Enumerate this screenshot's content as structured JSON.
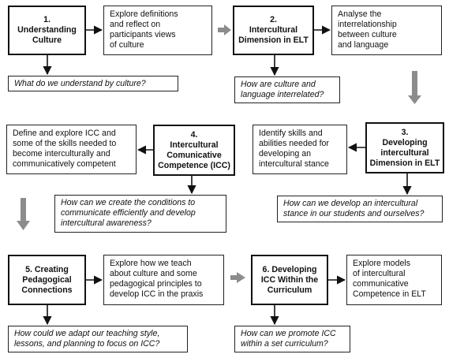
{
  "colors": {
    "stroke": "#222222",
    "arrow": "#111111",
    "big_arrow": "#8c8c8c"
  },
  "steps": [
    {
      "label": "1.\nUnderstanding\nCulture"
    },
    {
      "label": "2.\nIntercultural\nDimension in ELT"
    },
    {
      "label": "3.\nDeveloping\nintercultural\nDimension in ELT"
    },
    {
      "label": "4.\nIntercultural\nComunicative\nCompetence (ICC)"
    },
    {
      "label": "5. Creating\nPedagogical\nConnections"
    },
    {
      "label": "6. Developing\nICC Within the\nCurriculum"
    }
  ],
  "descriptions": [
    {
      "text": "Explore definitions\nand reflect on\nparticipants views\nof culture"
    },
    {
      "text": "Analyse the\ninterrelationship\nbetween culture\nand language"
    },
    {
      "text": "Identify skills and\nabilities needed for\ndeveloping an\nintercultural stance"
    },
    {
      "text": "Define and explore ICC and\nsome of the skills needed to\nbecome interculturally and\ncommunicatively competent"
    },
    {
      "text": "Explore how we teach\nabout culture and some\npedagogical principles to\ndevelop ICC in the praxis"
    },
    {
      "text": "Explore models\nof intercultural\ncommunicative\nCompetence in ELT"
    }
  ],
  "questions": [
    {
      "text": "What do we understand by culture?"
    },
    {
      "text": "How are culture and\nlanguage interrelated?"
    },
    {
      "text": "How can we develop an intercultural\nstance in our students and ourselves?"
    },
    {
      "text": "How can we create the conditions to\ncommunicate efficiently and develop\nintercultural awareness?"
    },
    {
      "text": "How could we adapt our teaching style,\nlessons, and planning to focus on ICC?"
    },
    {
      "text": "How can we promote ICC\nwithin a set curriculum?"
    }
  ]
}
